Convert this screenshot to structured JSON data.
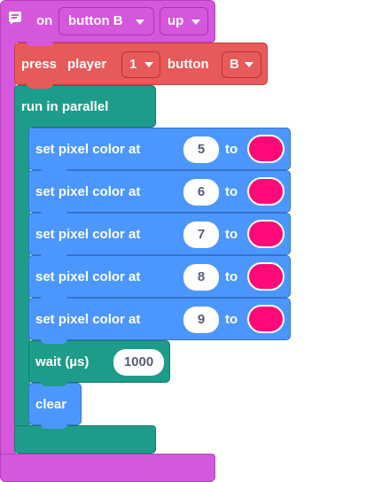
{
  "event": {
    "on_label": "on",
    "button_value": "button B",
    "state_value": "up"
  },
  "press": {
    "press_label": "press",
    "player_label": "player",
    "player_value": "1",
    "button_label": "button",
    "button_value": "B"
  },
  "parallel": {
    "label": "run in parallel"
  },
  "pixels": [
    {
      "label": "set pixel color at",
      "index": "5",
      "to_label": "to",
      "color": "#ff0a78"
    },
    {
      "label": "set pixel color at",
      "index": "6",
      "to_label": "to",
      "color": "#ff0a78"
    },
    {
      "label": "set pixel color at",
      "index": "7",
      "to_label": "to",
      "color": "#ff0a78"
    },
    {
      "label": "set pixel color at",
      "index": "8",
      "to_label": "to",
      "color": "#ff0a78"
    },
    {
      "label": "set pixel color at",
      "index": "9",
      "to_label": "to",
      "color": "#ff0a78"
    }
  ],
  "wait": {
    "label": "wait (µs)",
    "value": "1000"
  },
  "clear": {
    "label": "clear"
  },
  "colors": {
    "event": "#d457dc",
    "controller": "#e65a5a",
    "control": "#1e9c8a",
    "light": "#4c97ff",
    "pixel_color": "#ff0a78"
  },
  "icons": {
    "comment": "comment-icon",
    "dropdown": "dropdown-arrow-icon"
  }
}
